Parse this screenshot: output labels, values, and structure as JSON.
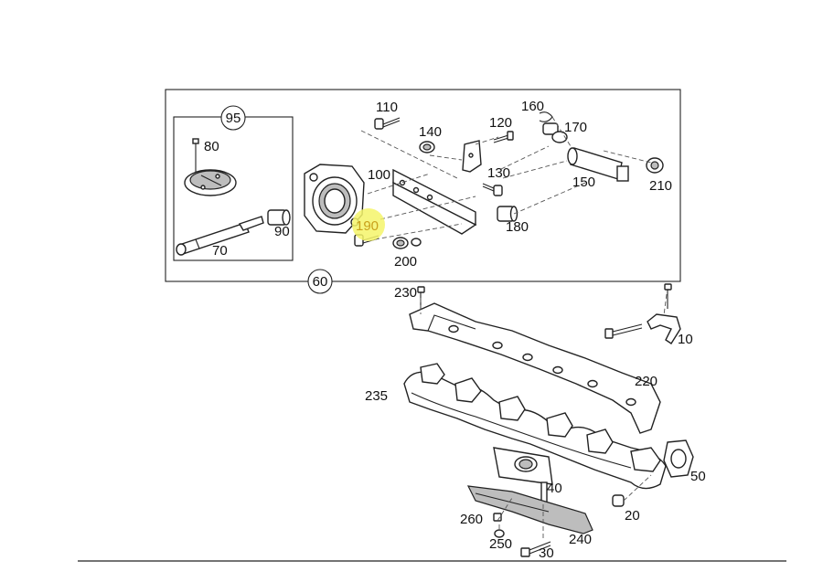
{
  "callouts": {
    "c95": "95",
    "c80": "80",
    "c90": "90",
    "c70": "70",
    "c100": "100",
    "c110": "110",
    "c140": "140",
    "c120": "120",
    "c160": "160",
    "c170": "170",
    "c130": "130",
    "c150": "150",
    "c210": "210",
    "c180": "180",
    "c190": "190",
    "c200": "200",
    "c60": "60",
    "c230": "230",
    "c10": "10",
    "c220": "220",
    "c235": "235",
    "c40": "40",
    "c50": "50",
    "c20": "20",
    "c260": "260",
    "c250": "250",
    "c240": "240",
    "c30": "30"
  },
  "highlight": {
    "part": "190",
    "color": "#f4f46a"
  },
  "colors": {
    "line": "#222222",
    "background": "#ffffff"
  }
}
